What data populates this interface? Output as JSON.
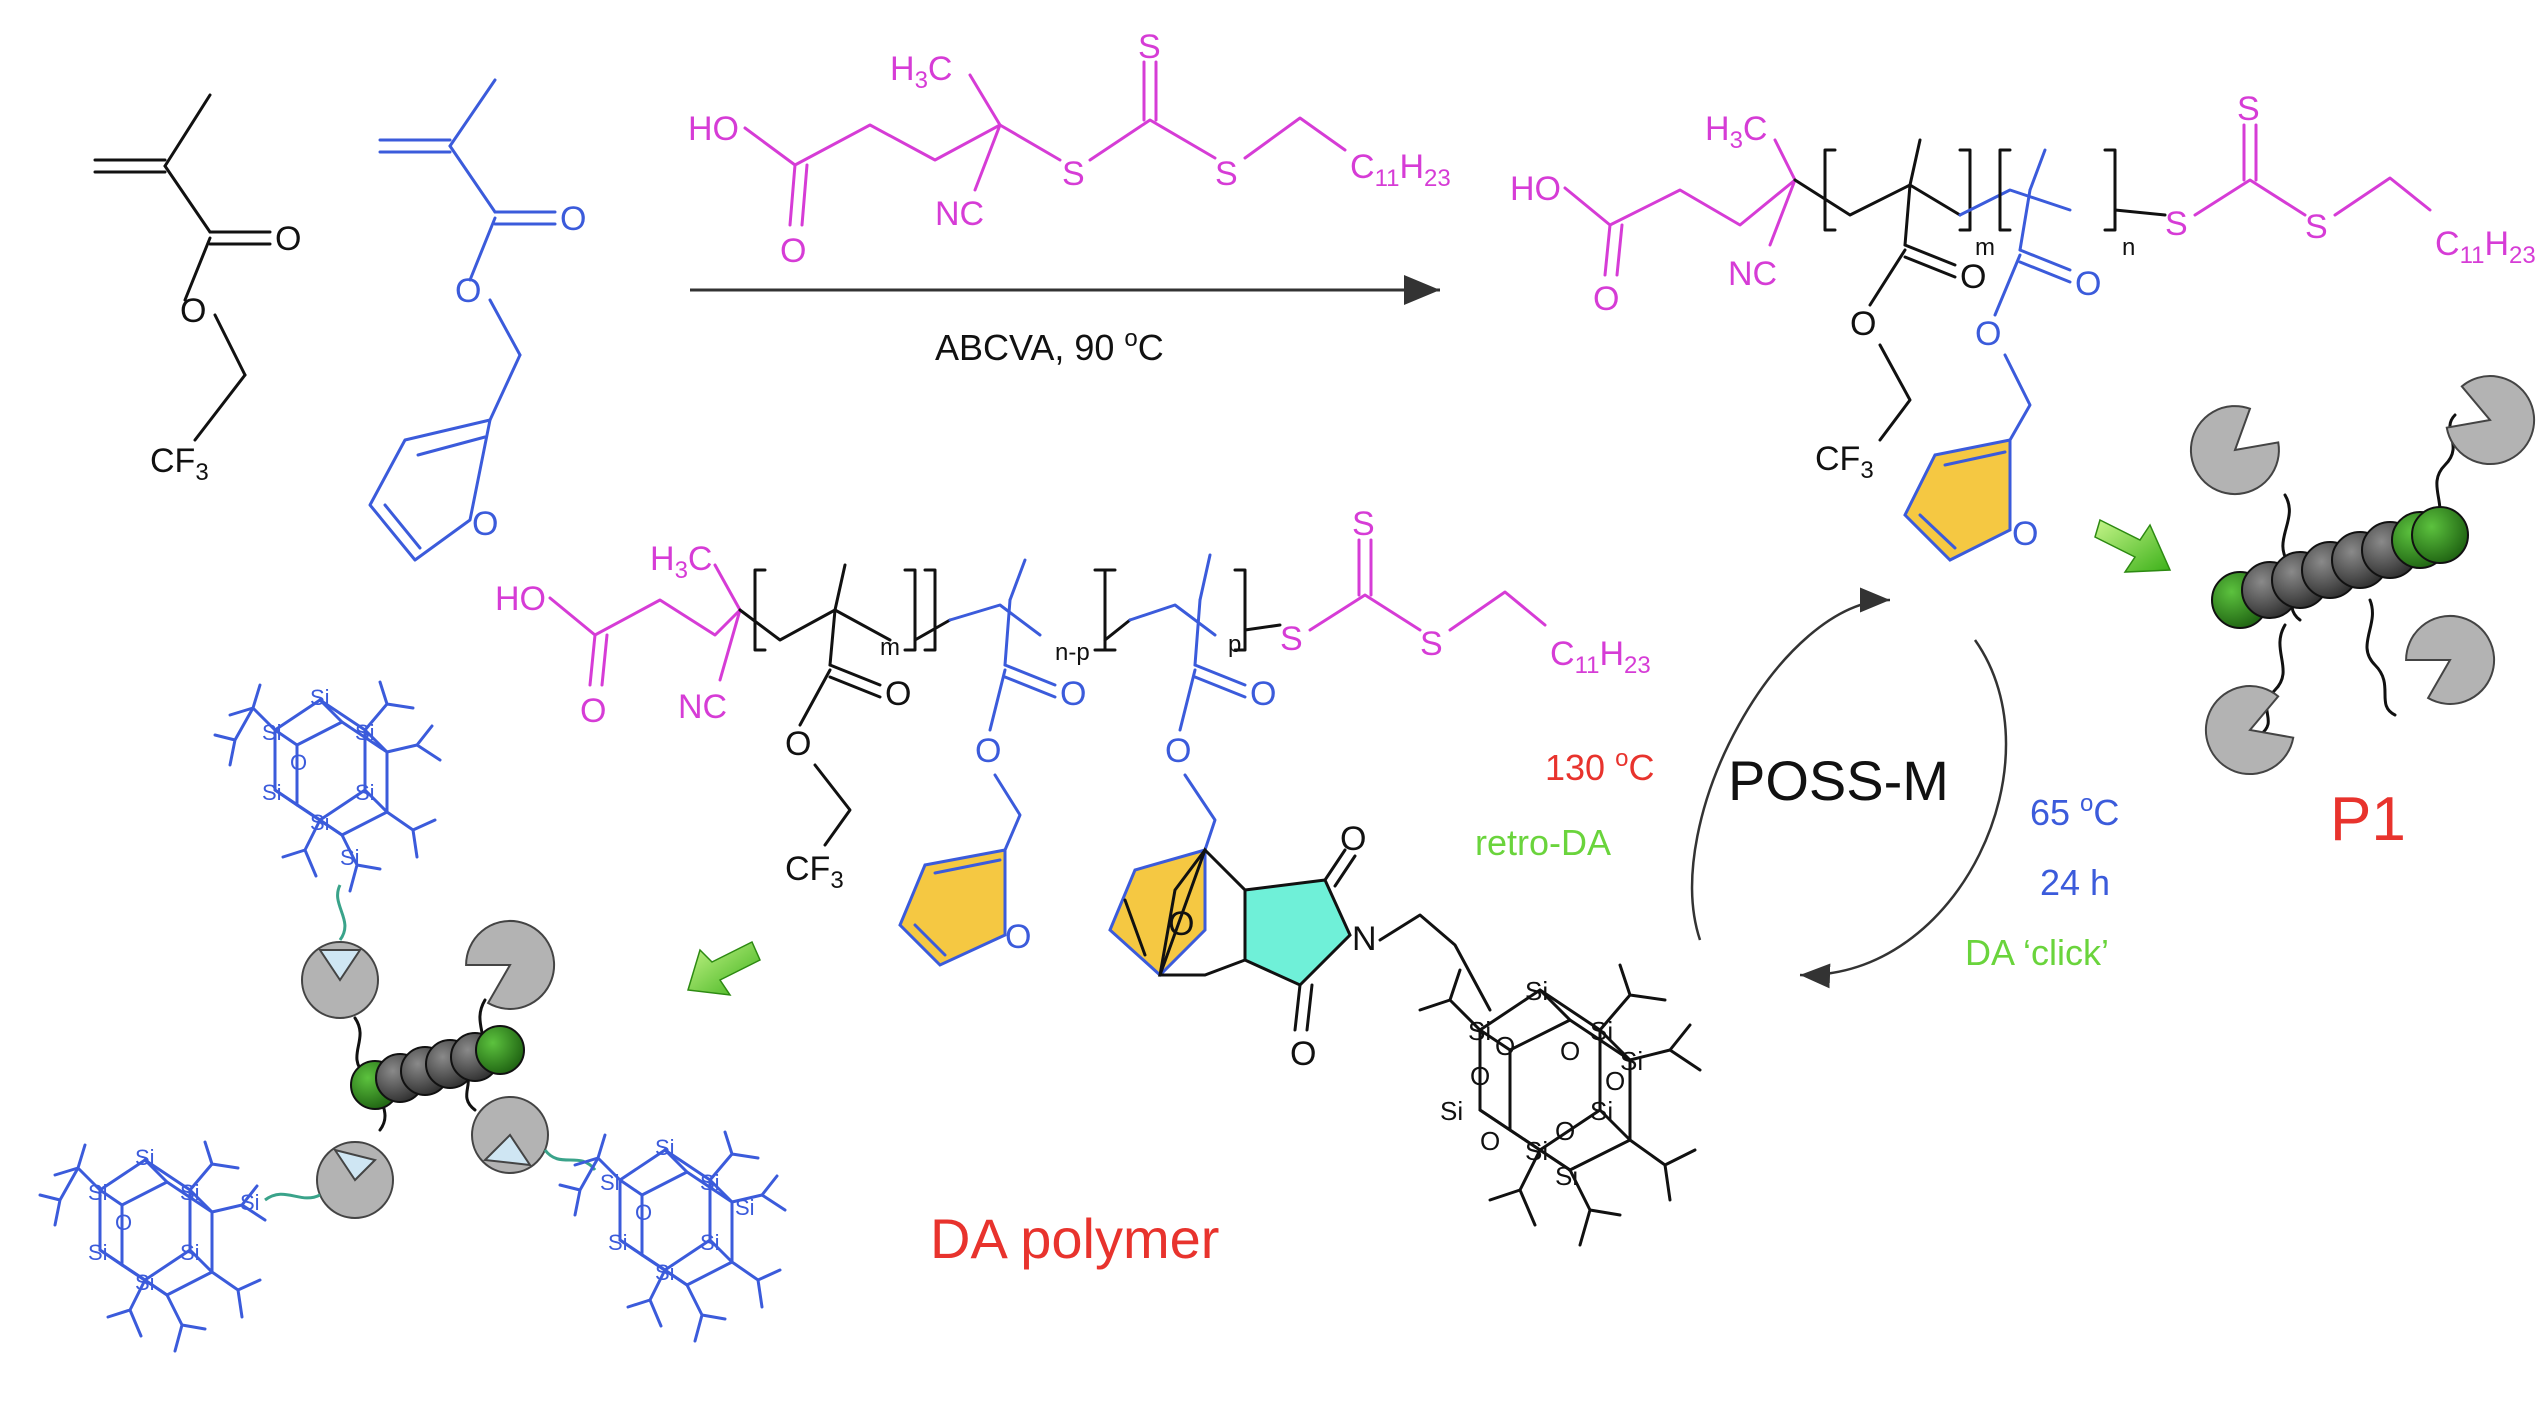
{
  "monomers": {
    "tfema_label": "CF",
    "tfema_sub": "3",
    "ester_o": "O",
    "carbonyl_o": "O",
    "fma_ring_o": "O"
  },
  "cta": {
    "ho": "HO",
    "h3c": "H",
    "h3c_sub": "3",
    "h3c_c": "C",
    "nc": "NC",
    "s": "S",
    "c11": "C",
    "c11_sub": "11",
    "h23": "H",
    "h23_sub": "23",
    "o": "O"
  },
  "reaction": {
    "condition": "ABCVA, 90 ",
    "degree": "o",
    "unit": "C"
  },
  "polymer_top": {
    "m": "m",
    "n": "n"
  },
  "polymer_mid": {
    "m": "m",
    "n_p": "n-p",
    "p": "p",
    "imide_n": "N"
  },
  "cycle": {
    "center_label": "POSS-M",
    "left_temp": "130 ",
    "left_temp_deg": "o",
    "left_temp_unit": "C",
    "left_label": "retro-DA",
    "right_temp": "65 ",
    "right_temp_deg": "o",
    "right_temp_unit": "C",
    "right_time": "24 h",
    "right_label": "DA ‘click’"
  },
  "labels": {
    "p1": "P1",
    "da_polymer": "DA polymer"
  },
  "poss": {
    "si": "Si",
    "o": "O"
  },
  "colors": {
    "black": "#111111",
    "magenta": "#d63cd6",
    "blue": "#3b5bdb",
    "red": "#e8332d",
    "green": "#6ad43c",
    "furan_fill": "#f5c842",
    "maleimide_fill": "#6ff0d8",
    "sphere_dark": "#4a4a4a",
    "sphere_green": "#2e8b1e",
    "pacman_gray": "#b3b3b3"
  }
}
